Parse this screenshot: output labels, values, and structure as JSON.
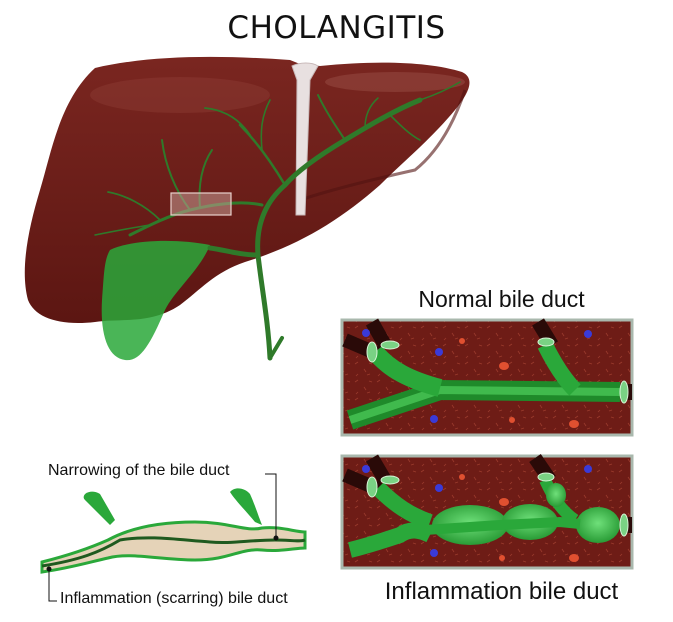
{
  "title": "CHOLANGITIS",
  "panels": {
    "normal": {
      "label": "Normal bile duct"
    },
    "inflammation": {
      "label": "Inflammation bile duct"
    }
  },
  "annotations": {
    "narrowing": "Narrowing of the bile duct",
    "scarring": "Inflammation (scarring) bile duct"
  },
  "colors": {
    "liver": "#6b1d18",
    "bile_duct": "#2ea83a",
    "tissue": "#6e1c16",
    "panel_border": "#a9b8ad"
  }
}
